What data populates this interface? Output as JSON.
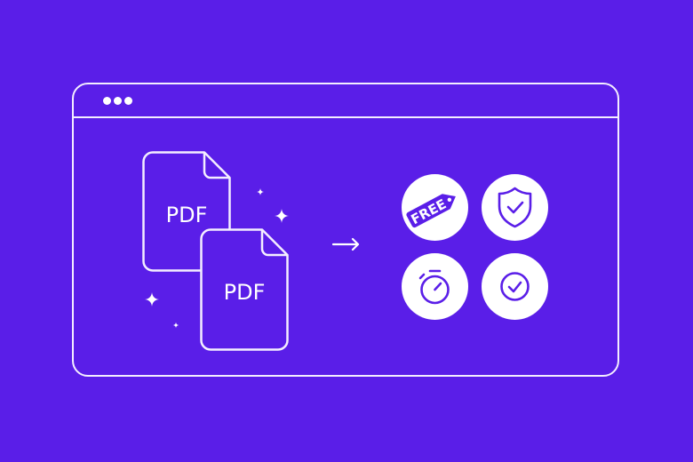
{
  "window": {
    "title_dots": 3
  },
  "documents": [
    {
      "label": "PDF"
    },
    {
      "label": "PDF"
    }
  ],
  "arrow_icon": "right-arrow",
  "features": [
    {
      "icon": "free-tag-icon",
      "label": "FREE"
    },
    {
      "icon": "shield-check-icon"
    },
    {
      "icon": "stopwatch-icon"
    },
    {
      "icon": "check-circle-icon"
    }
  ],
  "colors": {
    "background": "#5a1ee8",
    "stroke": "#f4eeff",
    "badge": "#ffffff"
  }
}
